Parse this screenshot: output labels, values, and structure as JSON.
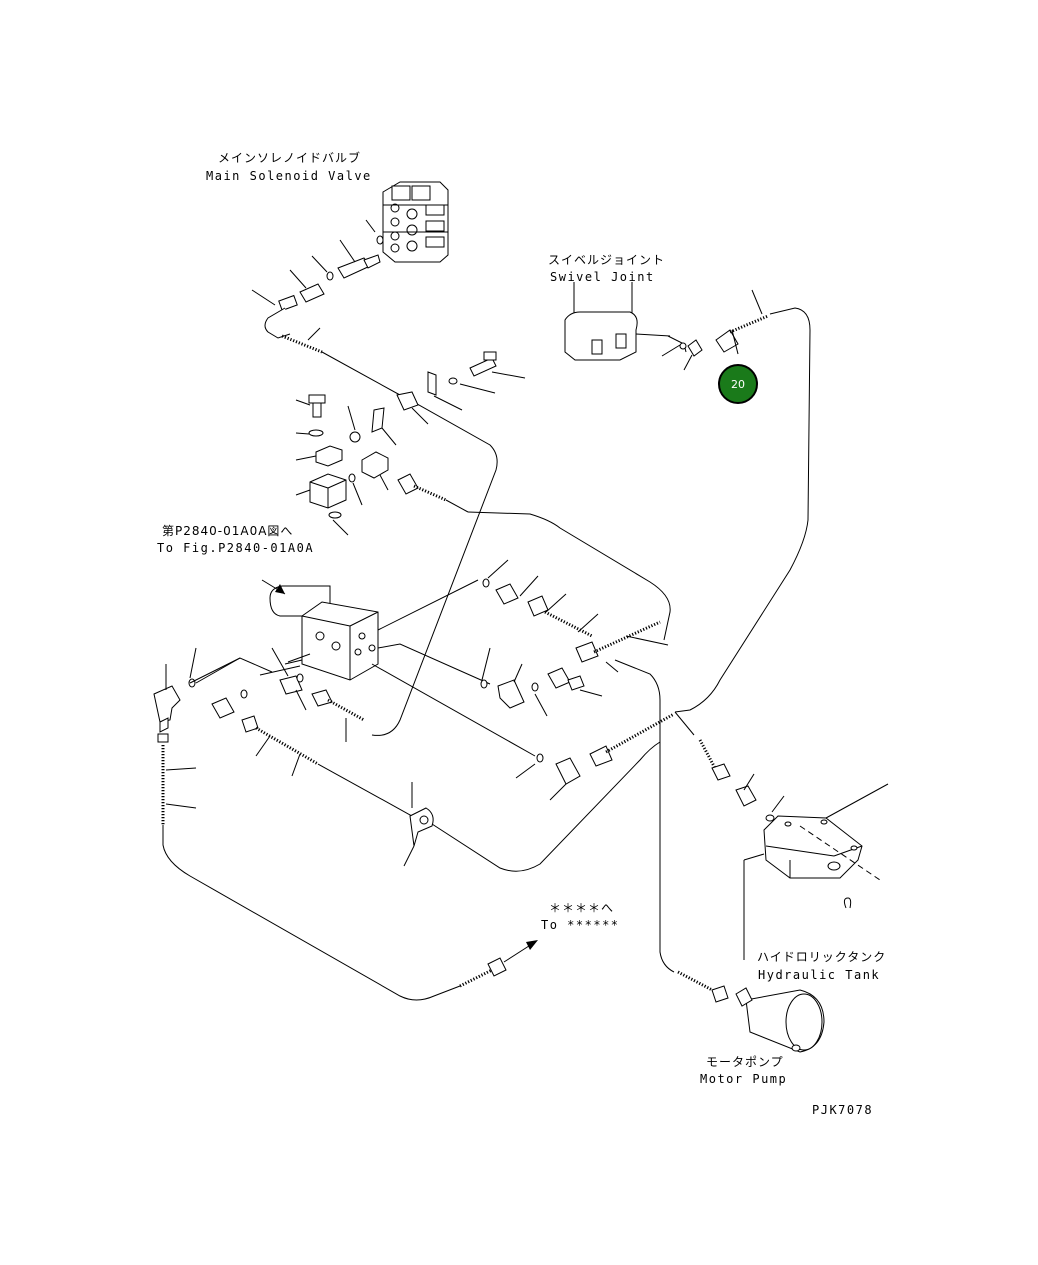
{
  "labels": {
    "main_valve_jp": "メインソレノイドバルブ",
    "main_valve_en": "Main Solenoid Valve",
    "swivel_jp": "スイベルジョイント",
    "swivel_en": "Swivel Joint",
    "fig_ref_jp": "第P2840-01A0A図へ",
    "fig_ref_en": "To Fig.P2840-01A0A",
    "to_ref_jp": "＊＊＊＊へ",
    "to_ref_en": "To ******",
    "tank_jp": "ハイドロリックタンク",
    "tank_en": "Hydraulic Tank",
    "pump_jp": "モータポンプ",
    "pump_en": "Motor Pump",
    "drawing_no": "PJK7078"
  },
  "callout": {
    "number": "20",
    "color": "#1a7a1a"
  }
}
